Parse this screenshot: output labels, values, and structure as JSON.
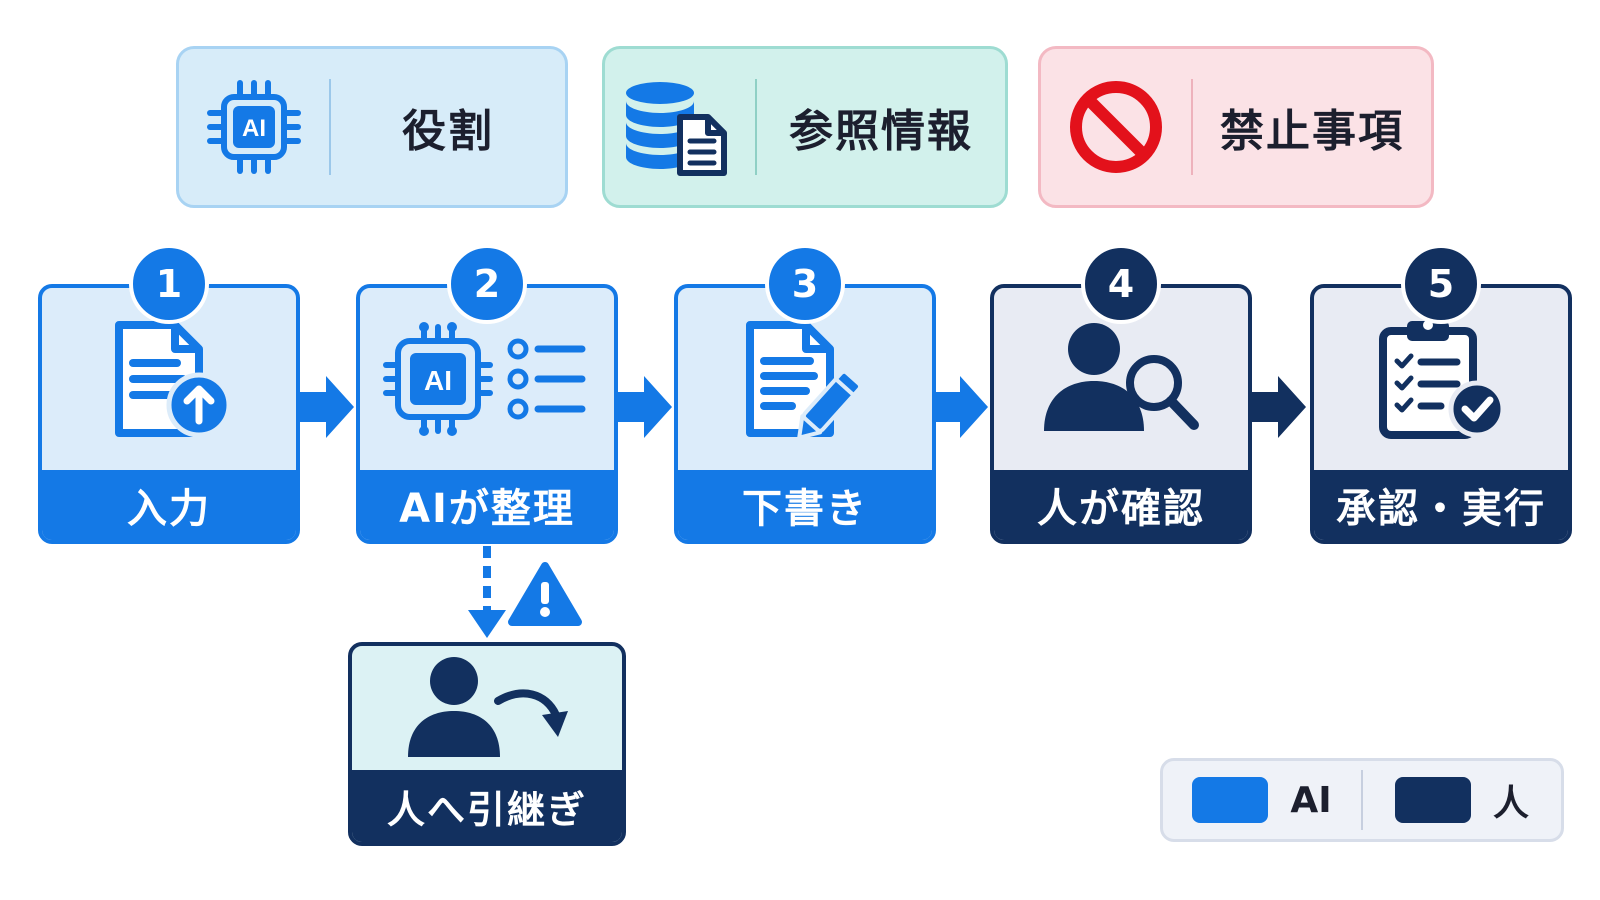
{
  "colors": {
    "ai": "#1479e6",
    "human": "#12305f"
  },
  "top_cards": [
    {
      "label": "役割",
      "icon": "ai-chip-icon"
    },
    {
      "label": "参照情報",
      "icon": "database-document-icon"
    },
    {
      "label": "禁止事項",
      "icon": "prohibited-icon"
    }
  ],
  "steps": [
    {
      "number": "1",
      "label": "入力",
      "actor": "AI",
      "icon": "document-upload-icon"
    },
    {
      "number": "2",
      "label": "AIが整理",
      "actor": "AI",
      "icon": "ai-chip-list-icon"
    },
    {
      "number": "3",
      "label": "下書き",
      "actor": "AI",
      "icon": "document-edit-icon"
    },
    {
      "number": "4",
      "label": "人が確認",
      "actor": "人",
      "icon": "person-search-icon"
    },
    {
      "number": "5",
      "label": "承認・実行",
      "actor": "人",
      "icon": "clipboard-check-icon"
    }
  ],
  "handoff": {
    "label": "人へ引継ぎ",
    "icon": "person-redirect-icon",
    "warning_icon": "warning-icon"
  },
  "legend": [
    {
      "label": "AI",
      "color": "#1479e6"
    },
    {
      "label": "人",
      "color": "#12305f"
    }
  ]
}
